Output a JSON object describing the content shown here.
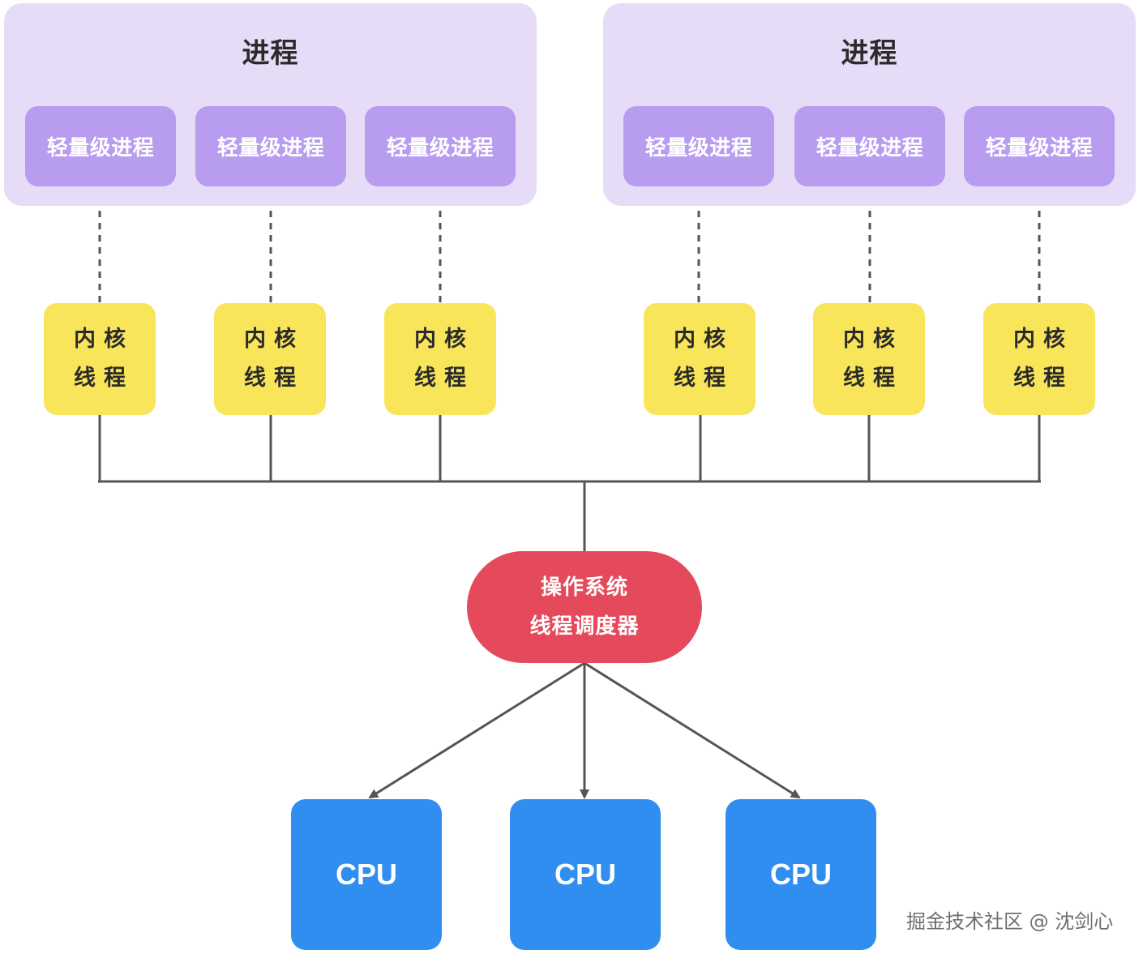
{
  "processes": [
    {
      "title": "进程",
      "lwps": [
        "轻量级进程",
        "轻量级进程",
        "轻量级进程"
      ]
    },
    {
      "title": "进程",
      "lwps": [
        "轻量级进程",
        "轻量级进程",
        "轻量级进程"
      ]
    }
  ],
  "kernel_threads": [
    {
      "line1": "内核",
      "line2": "线程"
    },
    {
      "line1": "内核",
      "line2": "线程"
    },
    {
      "line1": "内核",
      "line2": "线程"
    },
    {
      "line1": "内核",
      "line2": "线程"
    },
    {
      "line1": "内核",
      "line2": "线程"
    },
    {
      "line1": "内核",
      "line2": "线程"
    }
  ],
  "scheduler": {
    "line1": "操作系统",
    "line2": "线程调度器"
  },
  "cpus": [
    "CPU",
    "CPU",
    "CPU"
  ],
  "watermark": "掘金技术社区 @ 沈剑心",
  "colors": {
    "process_bg": "#e6dcf7",
    "lwp": "#b79cf0",
    "kernel_thread": "#f9e55a",
    "scheduler": "#e44a5b",
    "cpu": "#2f8ef0",
    "connector": "#555555"
  }
}
